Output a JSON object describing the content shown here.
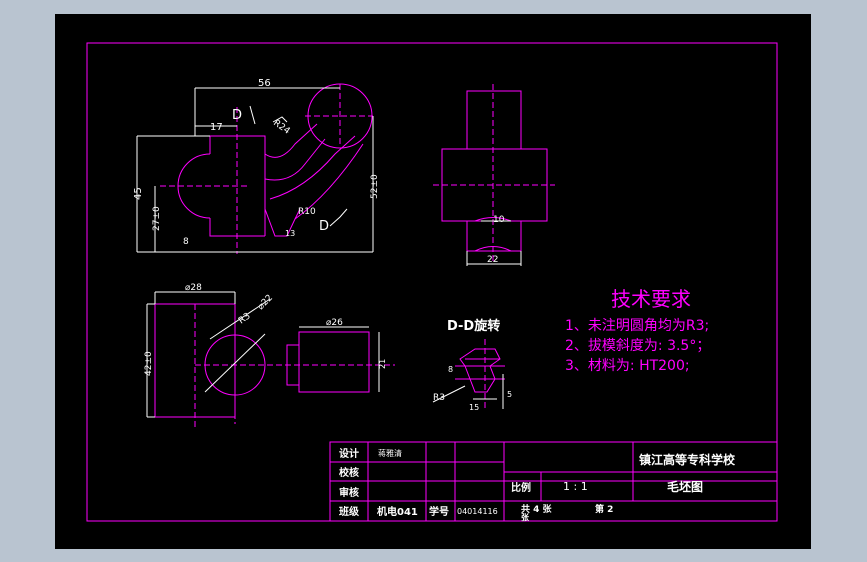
{
  "colors": {
    "background": "#b9c4d0",
    "sheet": "#000000",
    "border": "#ff00ff",
    "dimension": "#ffffff"
  },
  "front_view": {
    "dims": {
      "width_top": "56",
      "offset": "17",
      "height_total": "45",
      "height_lower": "27±0",
      "center_height": "52±0",
      "radius_top": "R24",
      "radius_mid": "R10",
      "small": "8",
      "small2": "13"
    },
    "section_marks": [
      "D",
      "D"
    ]
  },
  "side_view": {
    "dims": {
      "width_bottom": "22",
      "slot": "10"
    }
  },
  "top_view": {
    "dims": {
      "dia_left": "⌀28",
      "dia_mid": "⌀22",
      "radius": "R3",
      "height": "42±0",
      "dia_right": "⌀26",
      "small_right": "21"
    }
  },
  "section_dd": {
    "title": "D-D旋转",
    "dims": {
      "r": "R3",
      "a": "8",
      "b": "5",
      "c": "15"
    }
  },
  "tech_requirements": {
    "title": "技术要求",
    "items": [
      "1、未注明圆角均为R3;",
      "2、拔模斜度为: 3.5°；",
      "3、材料为: HT200;"
    ]
  },
  "title_block": {
    "row_labels": [
      "设计",
      "校核",
      "审核",
      "班级"
    ],
    "designer": "蒋雅清",
    "class": "机电041",
    "student_no_label": "学号",
    "student_no": "04014116",
    "school": "镇江高等专科学校",
    "scale_label": "比例",
    "scale": "1 : 1",
    "drawing_name": "毛坯图",
    "sheets_total": "共 4 张",
    "sheet_no": "第 2",
    "sheet_suffix": "张"
  }
}
